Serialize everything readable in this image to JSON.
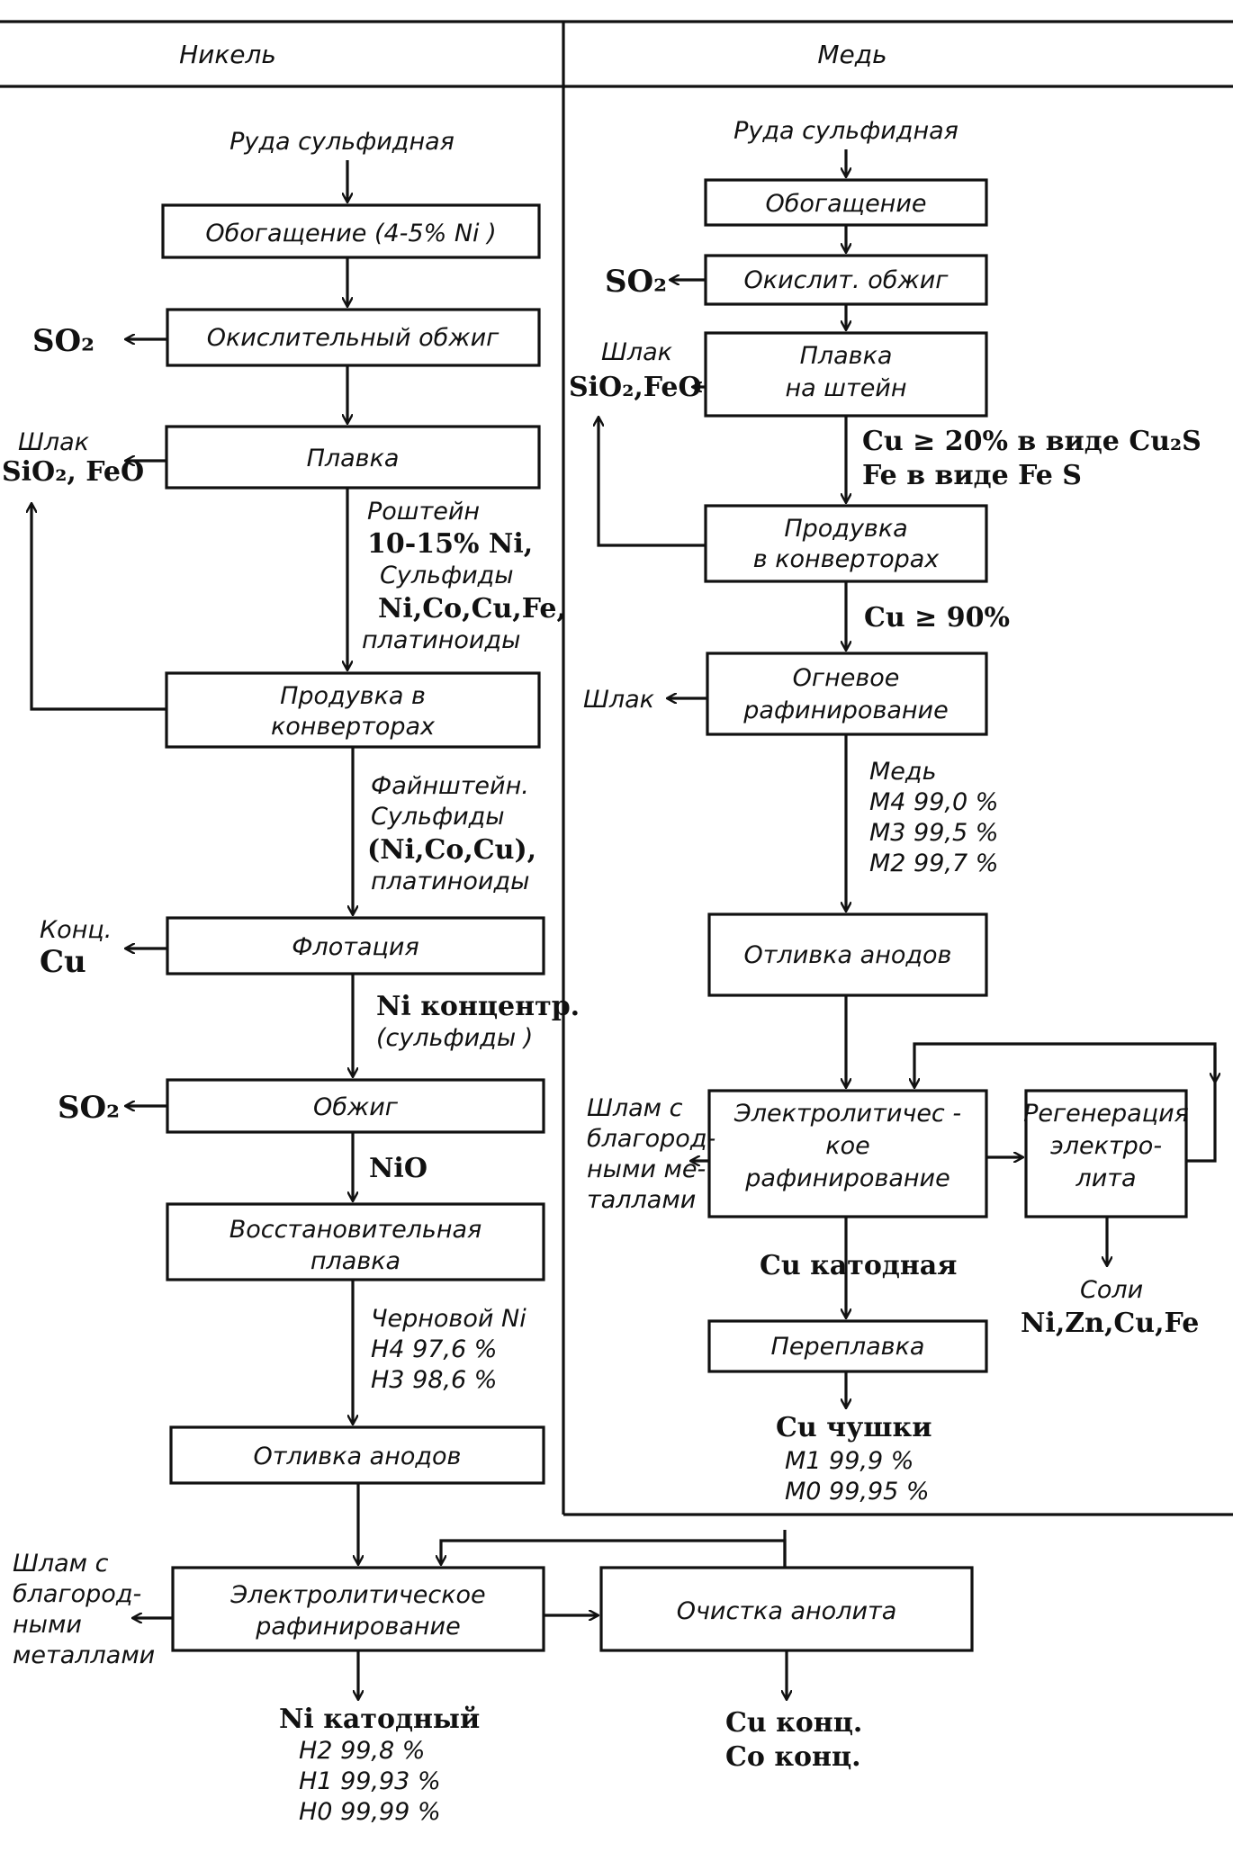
{
  "header": {
    "left": "Никель",
    "right": "Медь"
  },
  "nickel": {
    "ore": "Руда сульфидная",
    "enrichment": "Обогащение (4-5% Ni )",
    "roast": "Окислительный обжиг",
    "so2_1": "SO₂",
    "smelt": "Плавка",
    "slag_label": "Шлак",
    "slag_comp": "SiO₂, FeO",
    "roshtein": [
      "Роштейн",
      "10-15% Ni,",
      "Сульфиды",
      "Ni,Co,Cu,Fe,",
      "платиноиды"
    ],
    "converter": [
      "Продувка в",
      "конверторах"
    ],
    "fainshtein": [
      "Файнштейн.",
      "Сульфиды",
      "(Ni,Co,Cu),",
      "платиноиды"
    ],
    "flotation": "Флотация",
    "cu_conc": [
      "Конц.",
      "Cu"
    ],
    "ni_conc": [
      "Ni концентр.",
      "(сульфиды )"
    ],
    "roast2": "Обжиг",
    "so2_2": "SO₂",
    "nio": "NiO",
    "reduction": [
      "Восстановительная",
      "плавка"
    ],
    "crude_ni": [
      "Черновой Ni",
      "Н4  97,6 %",
      "Н3  98,6 %"
    ],
    "anode_cast": "Отливка  анодов",
    "sludge": [
      "Шлам с",
      "благород-",
      "ными",
      "металлами"
    ],
    "electro": [
      "Электролитическое",
      "рафинирование"
    ],
    "anolyte": "Очистка анолита",
    "cathode": [
      "Ni катодный",
      "Н2  99,8 %",
      "Н1  99,93 %",
      "Н0  99,99 %"
    ],
    "byproducts": [
      "Cu конц.",
      "Co конц."
    ]
  },
  "copper": {
    "ore": "Руда сульфидная",
    "enrichment": "Обогащение",
    "roast": "Окислит. обжиг",
    "so2": "SO₂",
    "slag_label": "Шлак",
    "slag_comp": "SiO₂,FeO",
    "matte": [
      "Плавка",
      "на штейн"
    ],
    "matte_comp": [
      "Cu ≥ 20% в виде Cu₂S",
      "Fe в виде Fe S"
    ],
    "converter": [
      "Продувка",
      "в конверторах"
    ],
    "cu90": "Cu ≥ 90%",
    "slag2": "Шлак",
    "fire": [
      "Огневое",
      "рафинирование"
    ],
    "grades": [
      "Медь",
      "М4  99,0 %",
      "М3  99,5 %",
      "М2  99,7 %"
    ],
    "anode_cast": "Отливка анодов",
    "sludge": [
      "Шлам с",
      "благород-",
      "ными ме-",
      "таллами"
    ],
    "electro": [
      "Электролитичес -",
      "кое",
      "рафинирование"
    ],
    "regen": [
      "Регенерация",
      "электро-",
      "лита"
    ],
    "cathode": "Cu катодная",
    "salts": [
      "Соли",
      "Ni,Zn,Cu,Fe"
    ],
    "remelt": "Переплавка",
    "ingots": [
      "Cu чушки",
      "М1  99,9 %",
      "М0  99,95 %"
    ]
  }
}
